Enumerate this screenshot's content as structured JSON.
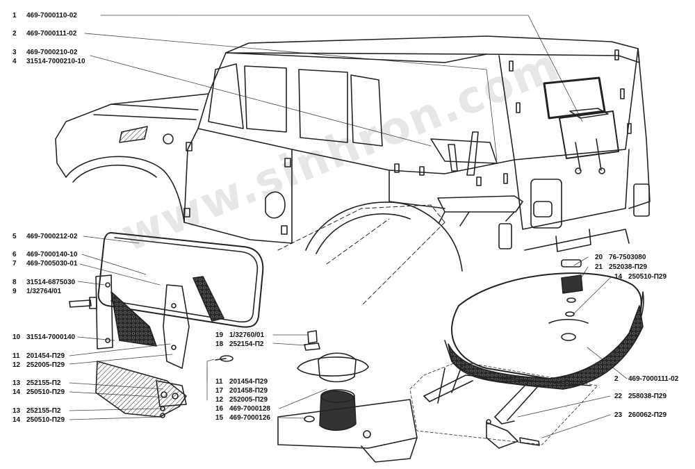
{
  "watermark": "www.sinhron.com",
  "callouts": [
    {
      "num": "1",
      "code": "469-7000110-02"
    },
    {
      "num": "2",
      "code": "469-7000111-02"
    },
    {
      "num": "3",
      "code": "469-7000210-02"
    },
    {
      "num": "4",
      "code": "31514-7000210-10"
    },
    {
      "num": "5",
      "code": "469-7000212-02"
    },
    {
      "num": "6",
      "code": "469-7000140-10"
    },
    {
      "num": "7",
      "code": "469-7005030-01"
    },
    {
      "num": "8",
      "code": "31514-6875030"
    },
    {
      "num": "9",
      "code": "1/32764/01"
    },
    {
      "num": "10",
      "code": "31514-7000140"
    },
    {
      "num": "11",
      "code": "201454-П29"
    },
    {
      "num": "12",
      "code": "252005-П29"
    },
    {
      "num": "13",
      "code": "252155-П2"
    },
    {
      "num": "14",
      "code": "250510-П29"
    },
    {
      "num": "13",
      "code": "252155-П2"
    },
    {
      "num": "14",
      "code": "250510-П29"
    },
    {
      "num": "19",
      "code": "1/32760/01"
    },
    {
      "num": "18",
      "code": "252154-П2"
    },
    {
      "num": "11",
      "code": "201454-П29"
    },
    {
      "num": "17",
      "code": "201458-П29"
    },
    {
      "num": "12",
      "code": "252005-П29"
    },
    {
      "num": "16",
      "code": "469-7000128"
    },
    {
      "num": "15",
      "code": "469-7000126"
    },
    {
      "num": "20",
      "code": "76-7503080"
    },
    {
      "num": "21",
      "code": "252038-П29"
    },
    {
      "num": "14",
      "code": "250510-П29"
    },
    {
      "num": "2",
      "code": "469-7000111-02"
    },
    {
      "num": "22",
      "code": "258038-П29"
    },
    {
      "num": "23",
      "code": "260062-П29"
    }
  ]
}
